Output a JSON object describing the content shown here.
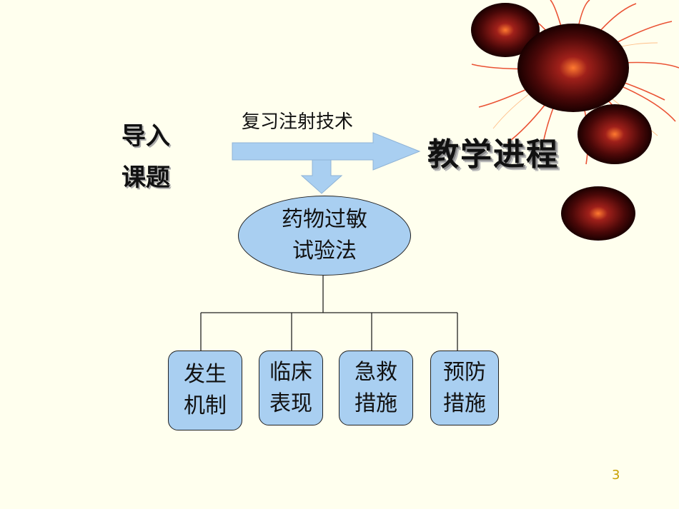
{
  "intro_lines": [
    "导入",
    "课题"
  ],
  "review_label": "复习注射技术",
  "decor_title": "教学进程",
  "main_node": [
    "药物过敏",
    "试验法"
  ],
  "children": [
    {
      "lines": [
        "发生",
        "机制"
      ]
    },
    {
      "lines": [
        "临床",
        "表现"
      ]
    },
    {
      "lines": [
        "急救",
        "措施"
      ]
    },
    {
      "lines": [
        "预防",
        "措施"
      ]
    }
  ],
  "page_number": "3",
  "colors": {
    "background": "#FFFFEE",
    "node_fill": "#A9CFF1",
    "arrow_fill": "#A9CFF1",
    "page_number": "#C8A000"
  }
}
